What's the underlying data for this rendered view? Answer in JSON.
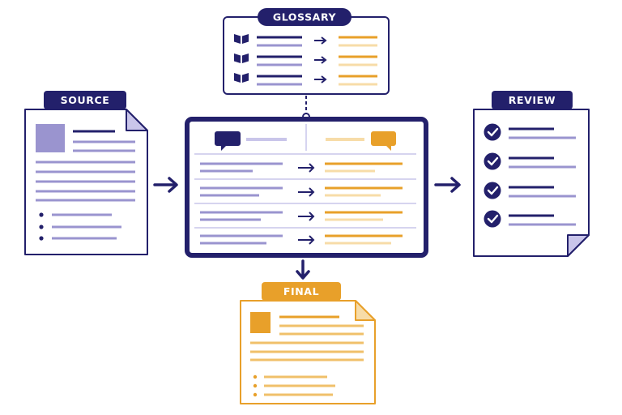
{
  "labels": {
    "glossary": "GLOSSARY",
    "source": "SOURCE",
    "review": "REVIEW",
    "final": "FINAL"
  },
  "colors": {
    "navy": "#23206b",
    "lavender": "#9a94cf",
    "lavender_light": "#c9c5ea",
    "amber": "#e8a02a",
    "amber_light": "#f7dca8",
    "white": "#ffffff"
  },
  "icons": {
    "glossary_row": "open-book-icon",
    "translation_arrow": "right-arrow-icon",
    "source_bubble": "speech-bubble-icon",
    "target_bubble": "speech-bubble-icon",
    "review_item": "check-circle-icon",
    "flow_arrow": "flow-arrow-icon"
  }
}
